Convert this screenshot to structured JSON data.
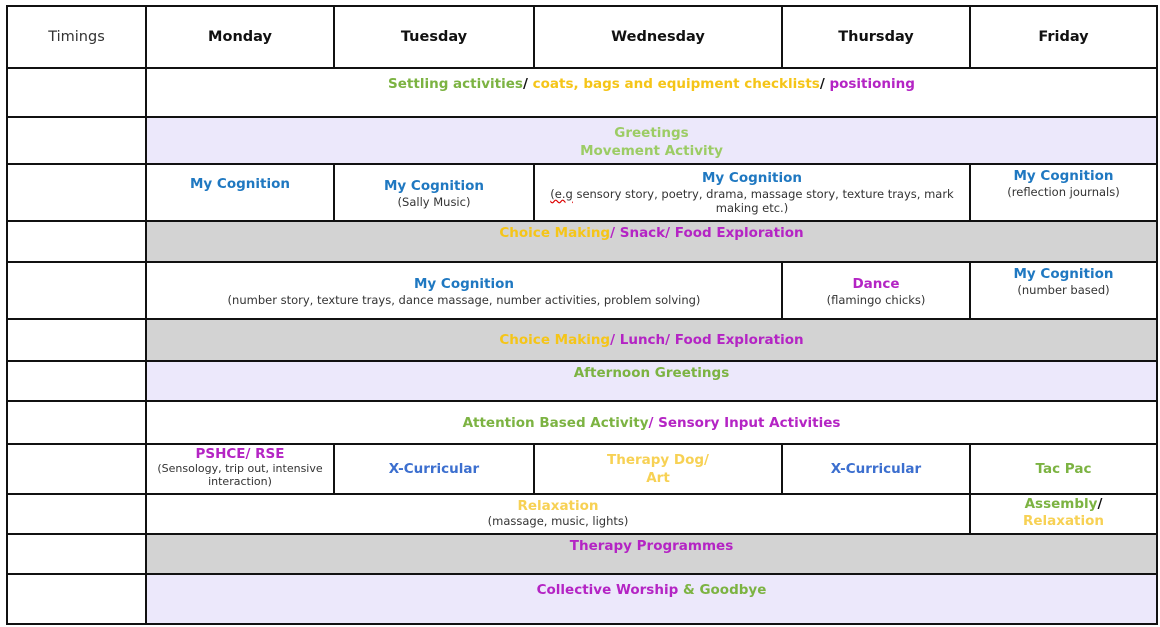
{
  "header": {
    "timings": "Timings",
    "days": [
      "Monday",
      "Tuesday",
      "Wednesday",
      "Thursday",
      "Friday"
    ]
  },
  "rows": {
    "r1": {
      "a": "Settling activities",
      "s1": "/ ",
      "b": "coats, bags and equipment checklists",
      "s2": "/ ",
      "c": "positioning"
    },
    "r2": {
      "a": "Greetings",
      "b": "Movement Activity"
    },
    "r3": {
      "mon_title": "My Cognition",
      "tue_title": "My Cognition",
      "tue_sub": "(Sally Music)",
      "wedthu_title": "My Cognition",
      "wedthu_sub_a": "(e.g",
      "wedthu_sub_b": " sensory story, poetry, drama, massage story, texture trays, mark making etc.)",
      "fri_title": "My Cognition",
      "fri_sub": "(reflection journals)"
    },
    "r4": {
      "a": "Choice Making",
      "s1": "/ ",
      "b": "Snack/ Food Exploration"
    },
    "r5": {
      "montowed_title": "My Cognition",
      "montowed_sub": "(number story, texture trays, dance massage, number activities, problem solving)",
      "thu_title": "Dance",
      "thu_sub": "(flamingo chicks)",
      "fri_title": "My Cognition",
      "fri_sub": "(number based)"
    },
    "r6": {
      "a": "Choice Making",
      "b": "/ Lunch/ Food Exploration"
    },
    "r7": {
      "a": "Afternoon Greetings"
    },
    "r8": {
      "a": "Attention Based Activity",
      "b": "/ Sensory Input Activities"
    },
    "r9": {
      "mon_title": "PSHCE/ RSE",
      "mon_sub": "(Sensology, trip out, intensive interaction)",
      "tue": "X-Curricular",
      "wed_a": "Therapy Dog/",
      "wed_b": "Art",
      "thu": "X-Curricular",
      "fri": "Tac Pac"
    },
    "r10": {
      "title": "Relaxation",
      "sub": "(massage, music, lights)",
      "fri_a": "Assembly",
      "fri_s": "/",
      "fri_b": "Relaxation"
    },
    "r11": {
      "a": "Therapy Programmes"
    },
    "r12": {
      "a": "Collective Worship",
      "s": " & ",
      "b": "Goodbye"
    }
  },
  "colors": {
    "green": "#7cb342",
    "yellow": "#f5c518",
    "purple": "#b424c4",
    "blue": "#1f78c1",
    "lavender": "#ece8fb",
    "grey": "#d3d3d3"
  }
}
